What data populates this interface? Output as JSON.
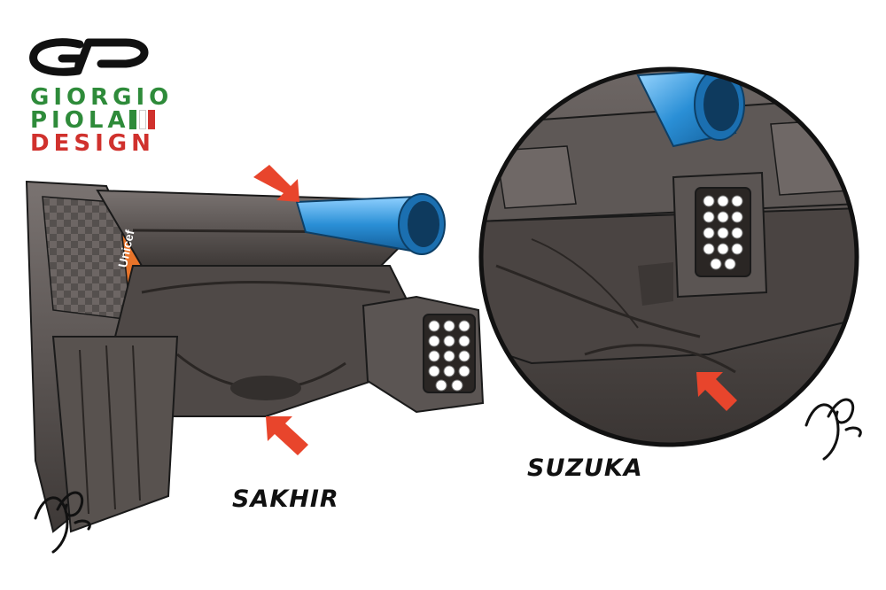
{
  "brand": {
    "logo_icon": "gp-monogram-logo",
    "line_1": "GIORGIO",
    "line_2": "PIOLA",
    "line_3": "DESIGN",
    "green": "#2e8b3a",
    "red": "#d0312d"
  },
  "captions": {
    "left": "SAKHIR",
    "right": "SUZUKA"
  },
  "sponsor_text": "Unicef",
  "signature_icon": "artist-signature-icon",
  "colors": {
    "arrow": "#e8452c",
    "bodywork": "#5b5553",
    "pipe": "#2a8fd6"
  }
}
